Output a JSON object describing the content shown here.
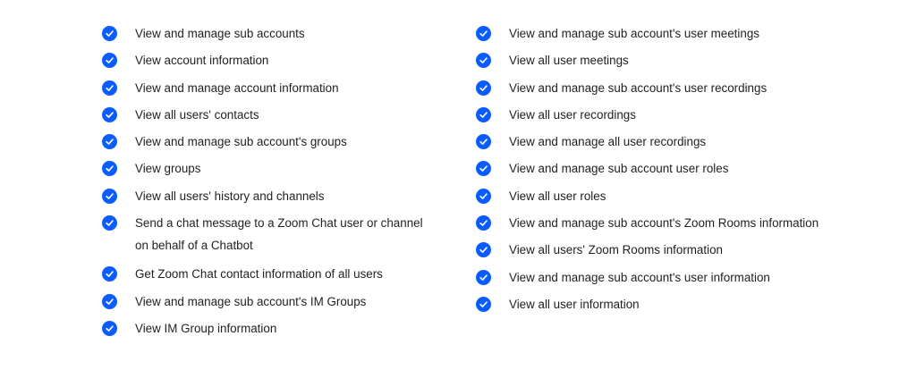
{
  "colors": {
    "accent": "#0b5cff",
    "text": "#1f1f24",
    "background": "#ffffff"
  },
  "icons": {
    "check": "check-circle-icon"
  },
  "left_items": [
    "View and manage sub accounts",
    "View account information",
    "View and manage account information",
    "View all users' contacts",
    "View and manage sub account's groups",
    "View groups",
    "View all users' history and channels",
    "Send a chat message to a Zoom Chat user or channel on behalf of a Chatbot",
    "Get Zoom Chat contact information of all users",
    "View and manage sub account's IM Groups",
    "View IM Group information"
  ],
  "right_items": [
    "View and manage sub account's user meetings",
    "View all user meetings",
    "View and manage sub account's user recordings",
    "View all user recordings",
    "View and manage all user recordings",
    "View and manage sub account user roles",
    "View all user roles",
    "View and manage sub account's Zoom Rooms information",
    "View all users' Zoom Rooms information",
    "View and manage sub account's user information",
    "View all user information"
  ]
}
